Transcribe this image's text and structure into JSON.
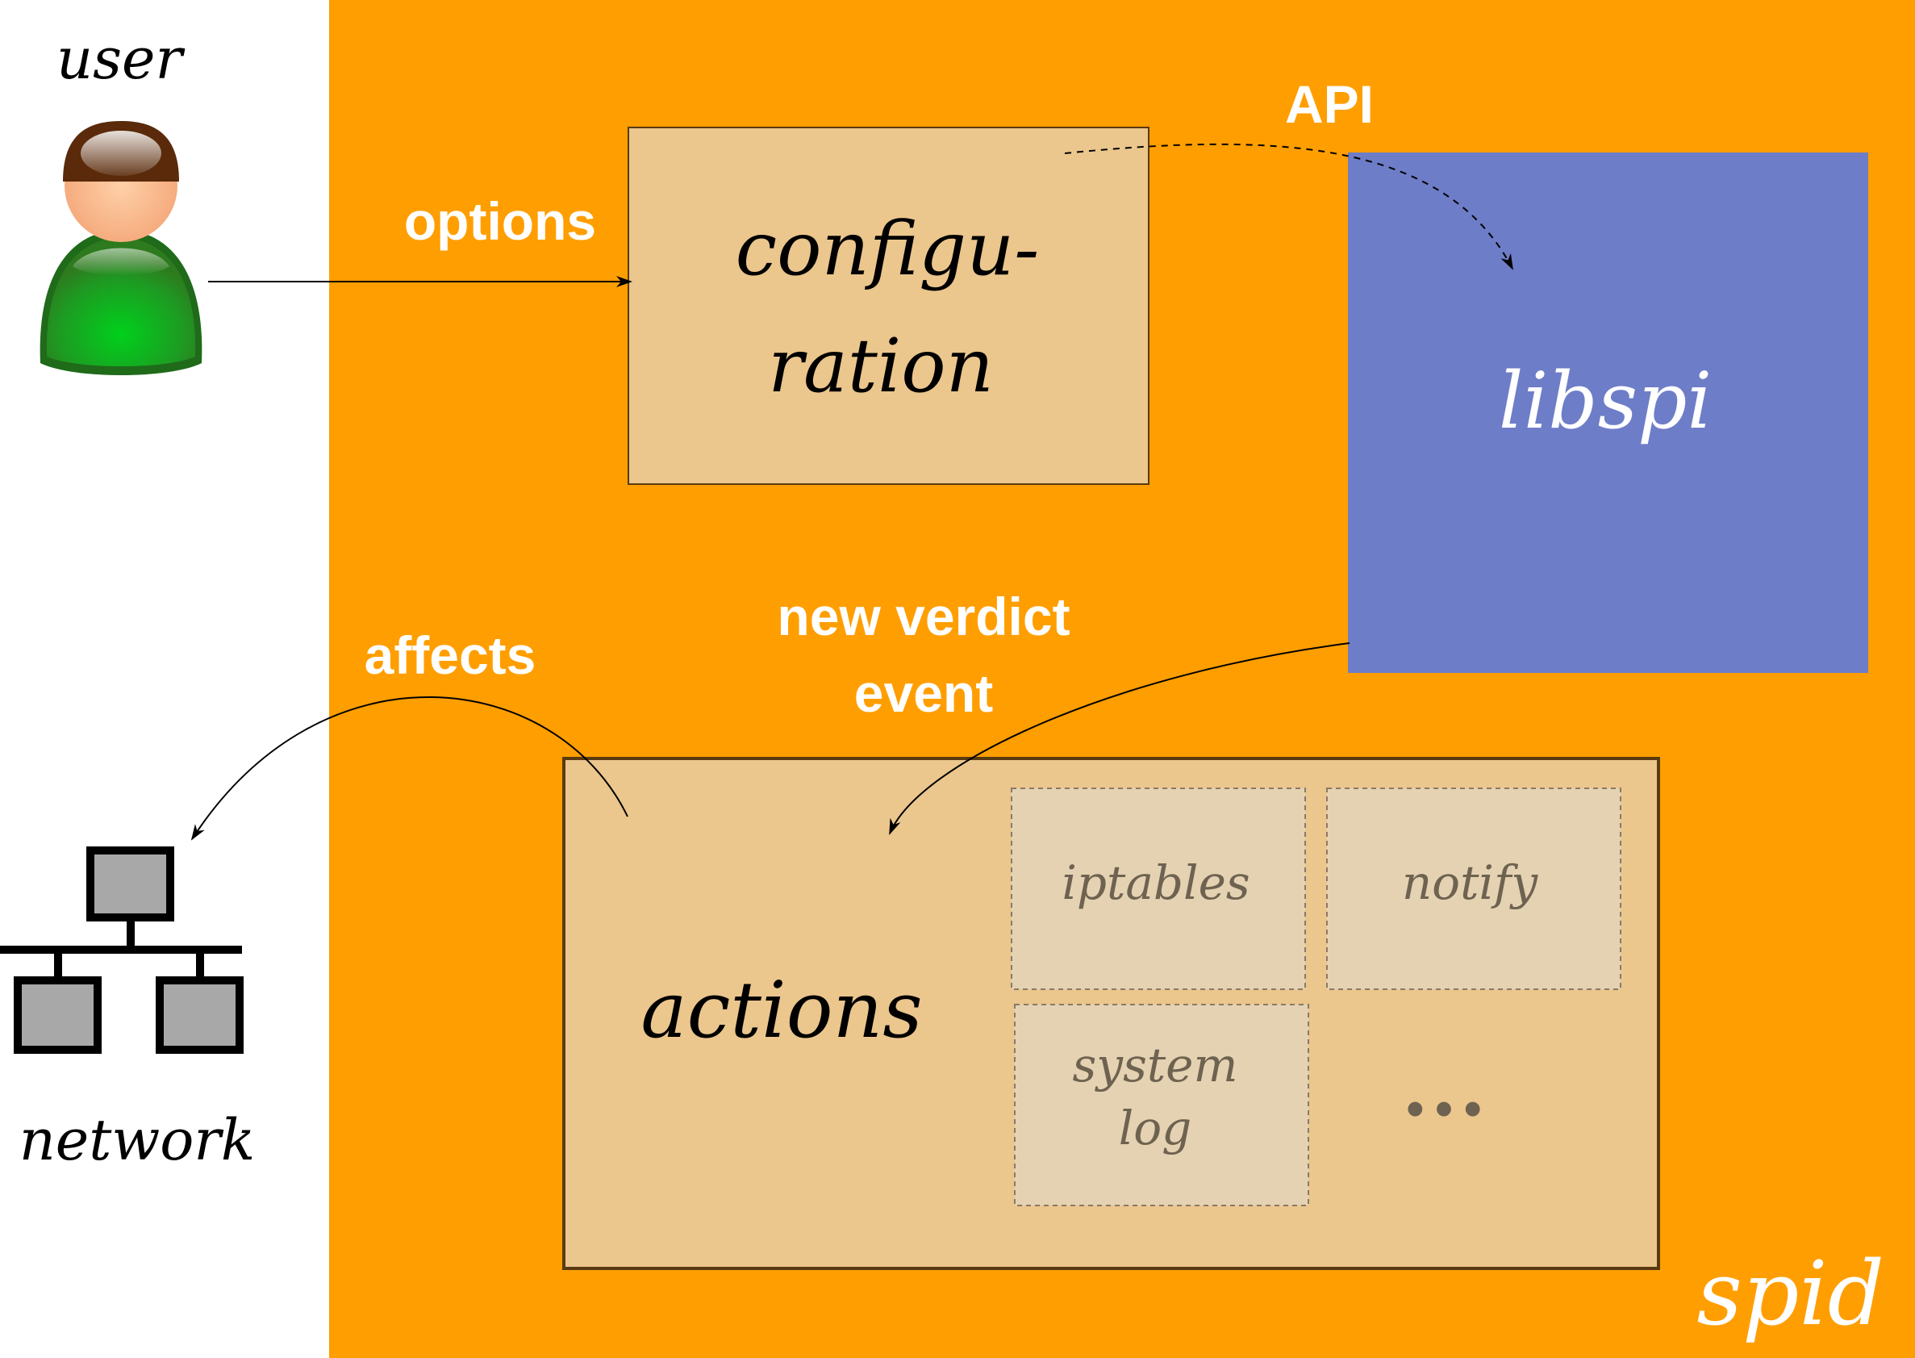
{
  "colors": {
    "spid_bg": "#FF9E00",
    "box_fill": "#EBC68D",
    "box_stroke": "#5A3A10",
    "libspi_fill": "#6E7DC8",
    "subbox_fill": "#E4D2B2",
    "subbox_text": "#6E6250",
    "label_white": "#FFFFFF"
  },
  "user": {
    "label": "user",
    "icon": "user-person-icon"
  },
  "network": {
    "label": "network",
    "icon": "network-topology-icon"
  },
  "spid": {
    "label": "spid"
  },
  "configuration": {
    "line1": "configu-",
    "line2": "ration"
  },
  "libspi": {
    "label": "libspi"
  },
  "actions": {
    "label": "actions",
    "items": [
      {
        "label": "iptables"
      },
      {
        "label": "notify"
      },
      {
        "line1": "system",
        "line2": "log"
      },
      {
        "label": "•••"
      }
    ]
  },
  "edges": {
    "options": "options",
    "api": "API",
    "verdict_line1": "new verdict",
    "verdict_line2": "event",
    "affects": "affects"
  }
}
